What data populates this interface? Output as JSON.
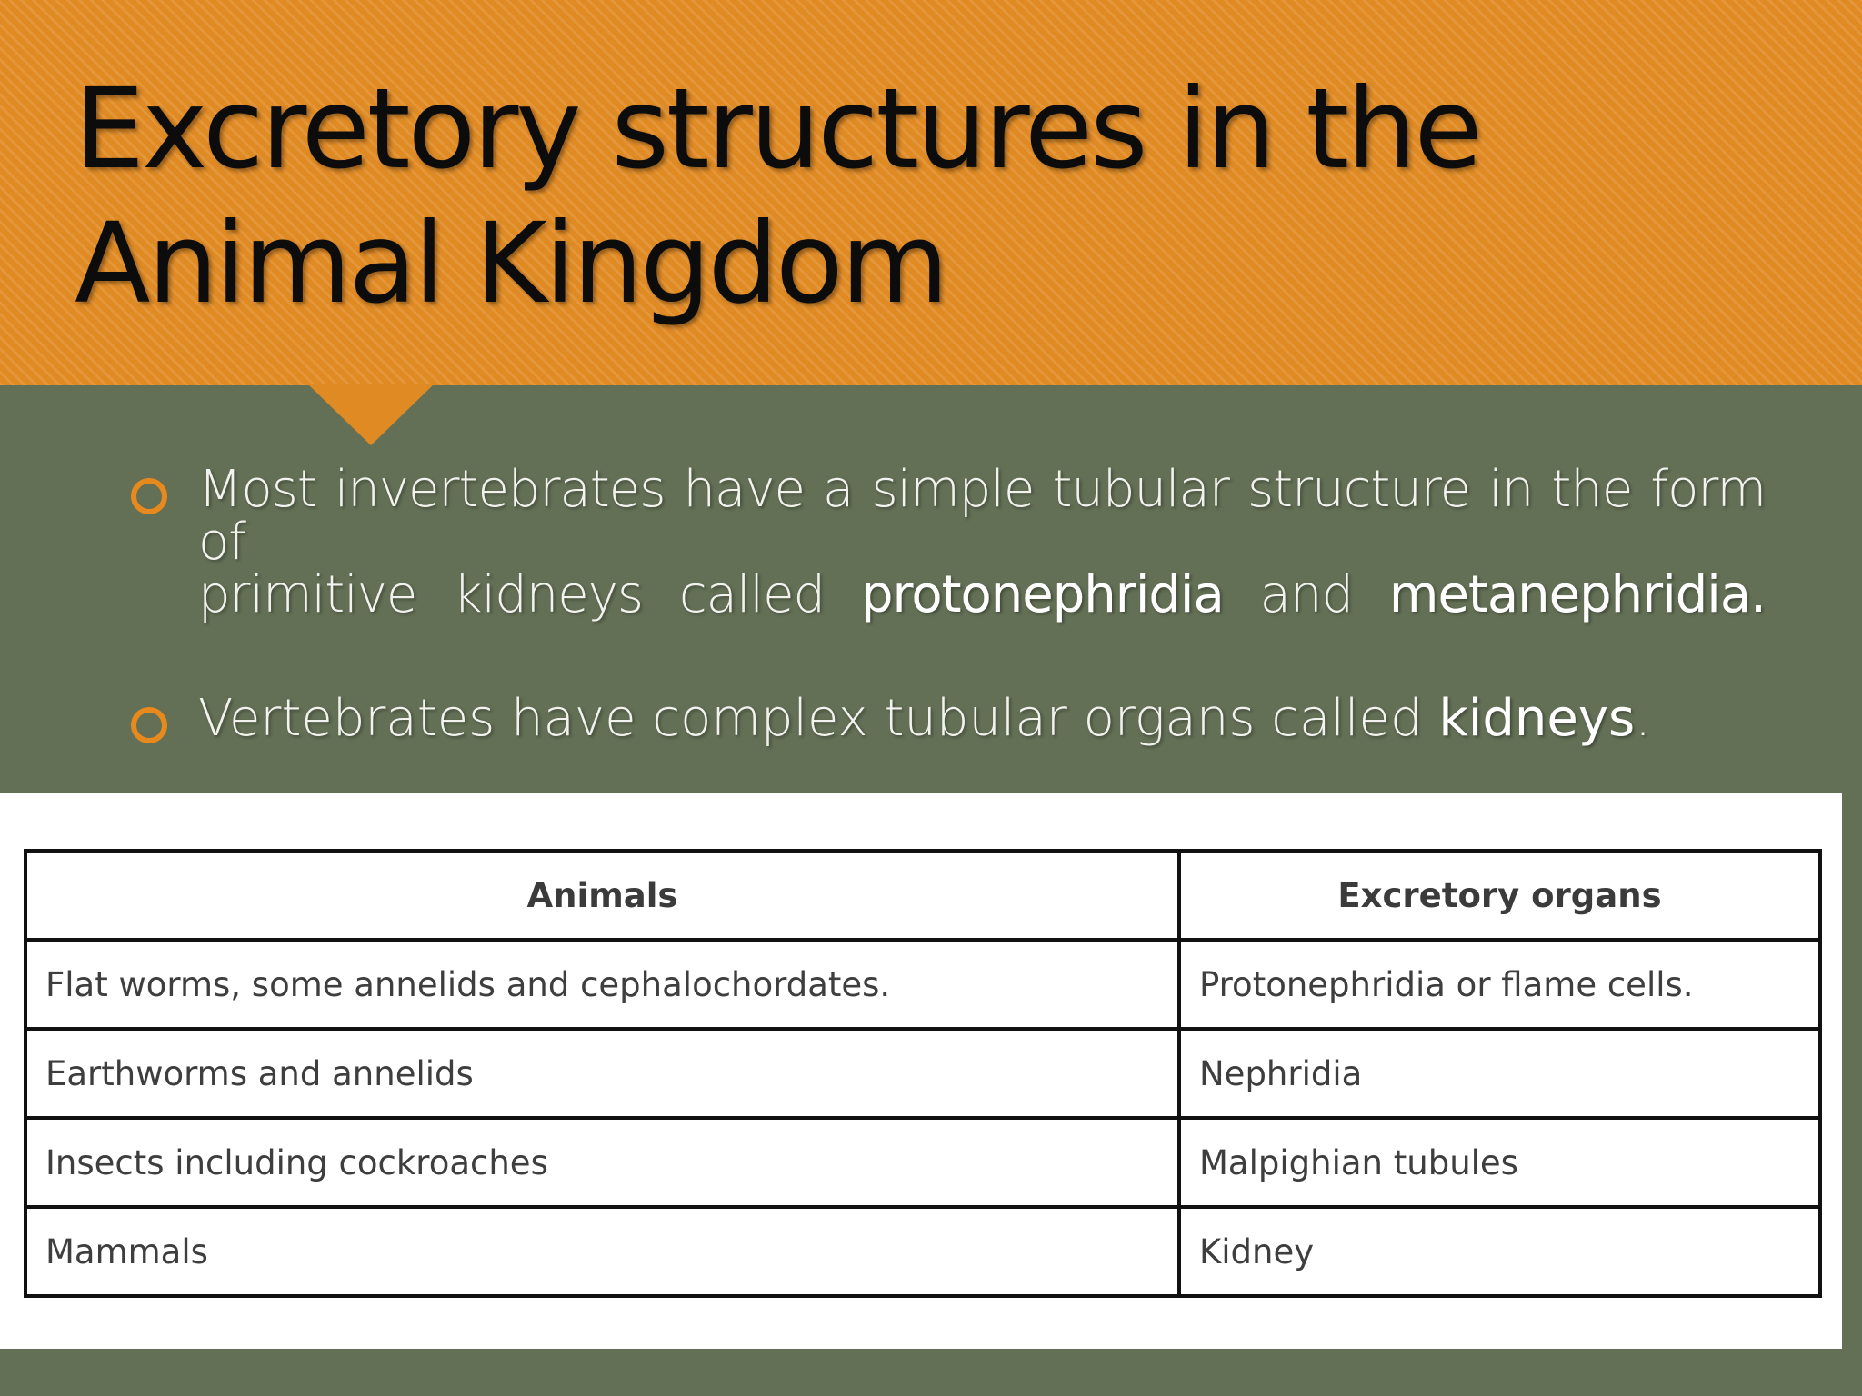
{
  "slide": {
    "title_lines": [
      "Excretory structures in the",
      "Animal Kingdom"
    ],
    "bullets": [
      {
        "line1": "Most invertebrates have a simple tubular structure in the form of",
        "line2_prefix": "primitive kidneys called",
        "term1": "protonephridia",
        "connector": "and",
        "term2": "metanephridia."
      },
      {
        "prefix": "Vertebrates have complex tubular organs called ",
        "term": "kidneys",
        "suffix": "."
      }
    ],
    "table": {
      "headers": [
        "Animals",
        "Excretory organs"
      ],
      "rows": [
        [
          "Flat worms, some annelids and cephalochordates.",
          "Protonephridia or flame cells."
        ],
        [
          "Earthworms and annelids",
          "Nephridia"
        ],
        [
          "Insects including cockroaches",
          "Malpighian tubules"
        ],
        [
          "Mammals",
          "Kidney"
        ]
      ]
    }
  },
  "colors": {
    "banner": "#e08a24",
    "background": "#637055",
    "bullet": "#e8891e",
    "table_background": "#ffffff"
  },
  "icons": {
    "bullet": "hollow-circle-icon"
  }
}
